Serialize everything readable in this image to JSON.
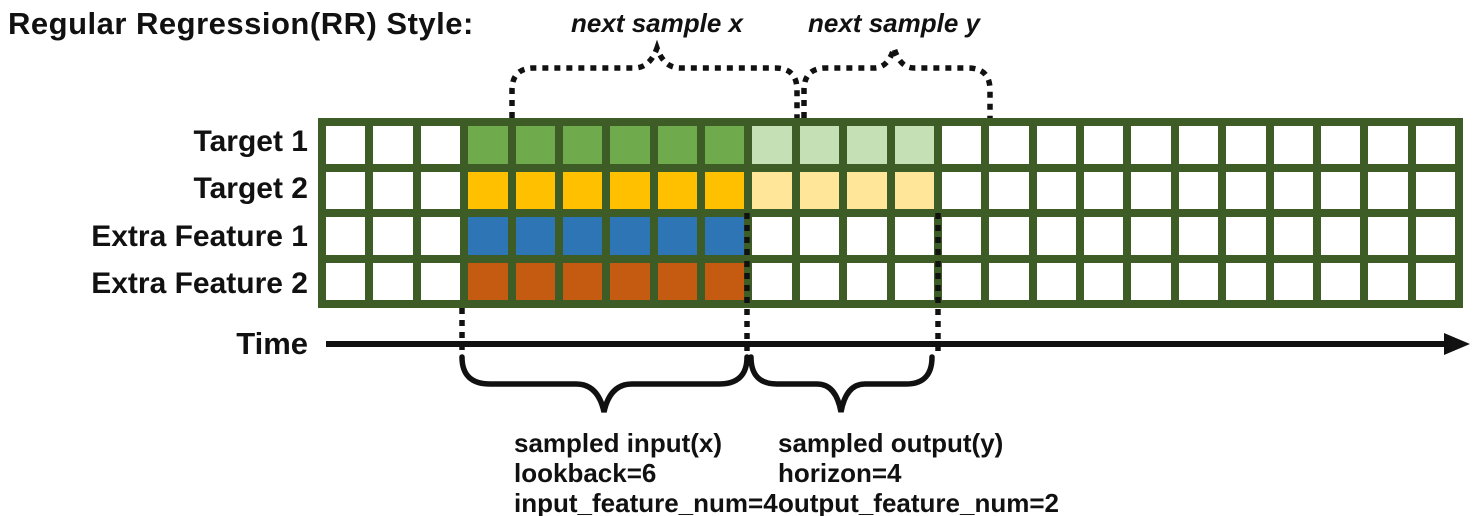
{
  "title": "Regular Regression(RR) Style:",
  "annotations": {
    "next_sample_x": "next sample x",
    "next_sample_y": "next sample y"
  },
  "time_axis": {
    "label": "Time"
  },
  "grid": {
    "total_columns": 24,
    "input_start_column": 4,
    "lookback": 6,
    "horizon": 4,
    "border_color": "#3E5C26",
    "empty_cell_color": "#FFFFFF",
    "rows": [
      {
        "label": "Target 1",
        "input_color": "#6FAB4C",
        "output_color": "#C5E0B4"
      },
      {
        "label": "Target 2",
        "input_color": "#FFC000",
        "output_color": "#FFE699"
      },
      {
        "label": "Extra Feature 1",
        "input_color": "#2E75B6",
        "output_color": null
      },
      {
        "label": "Extra Feature 2",
        "input_color": "#C55A11",
        "output_color": null
      }
    ]
  },
  "sampled_input": {
    "lines": [
      "sampled input(x)",
      "lookback=6",
      "input_feature_num=4"
    ]
  },
  "sampled_output": {
    "lines": [
      "sampled output(y)",
      "horizon=4",
      "output_feature_num=2"
    ]
  }
}
